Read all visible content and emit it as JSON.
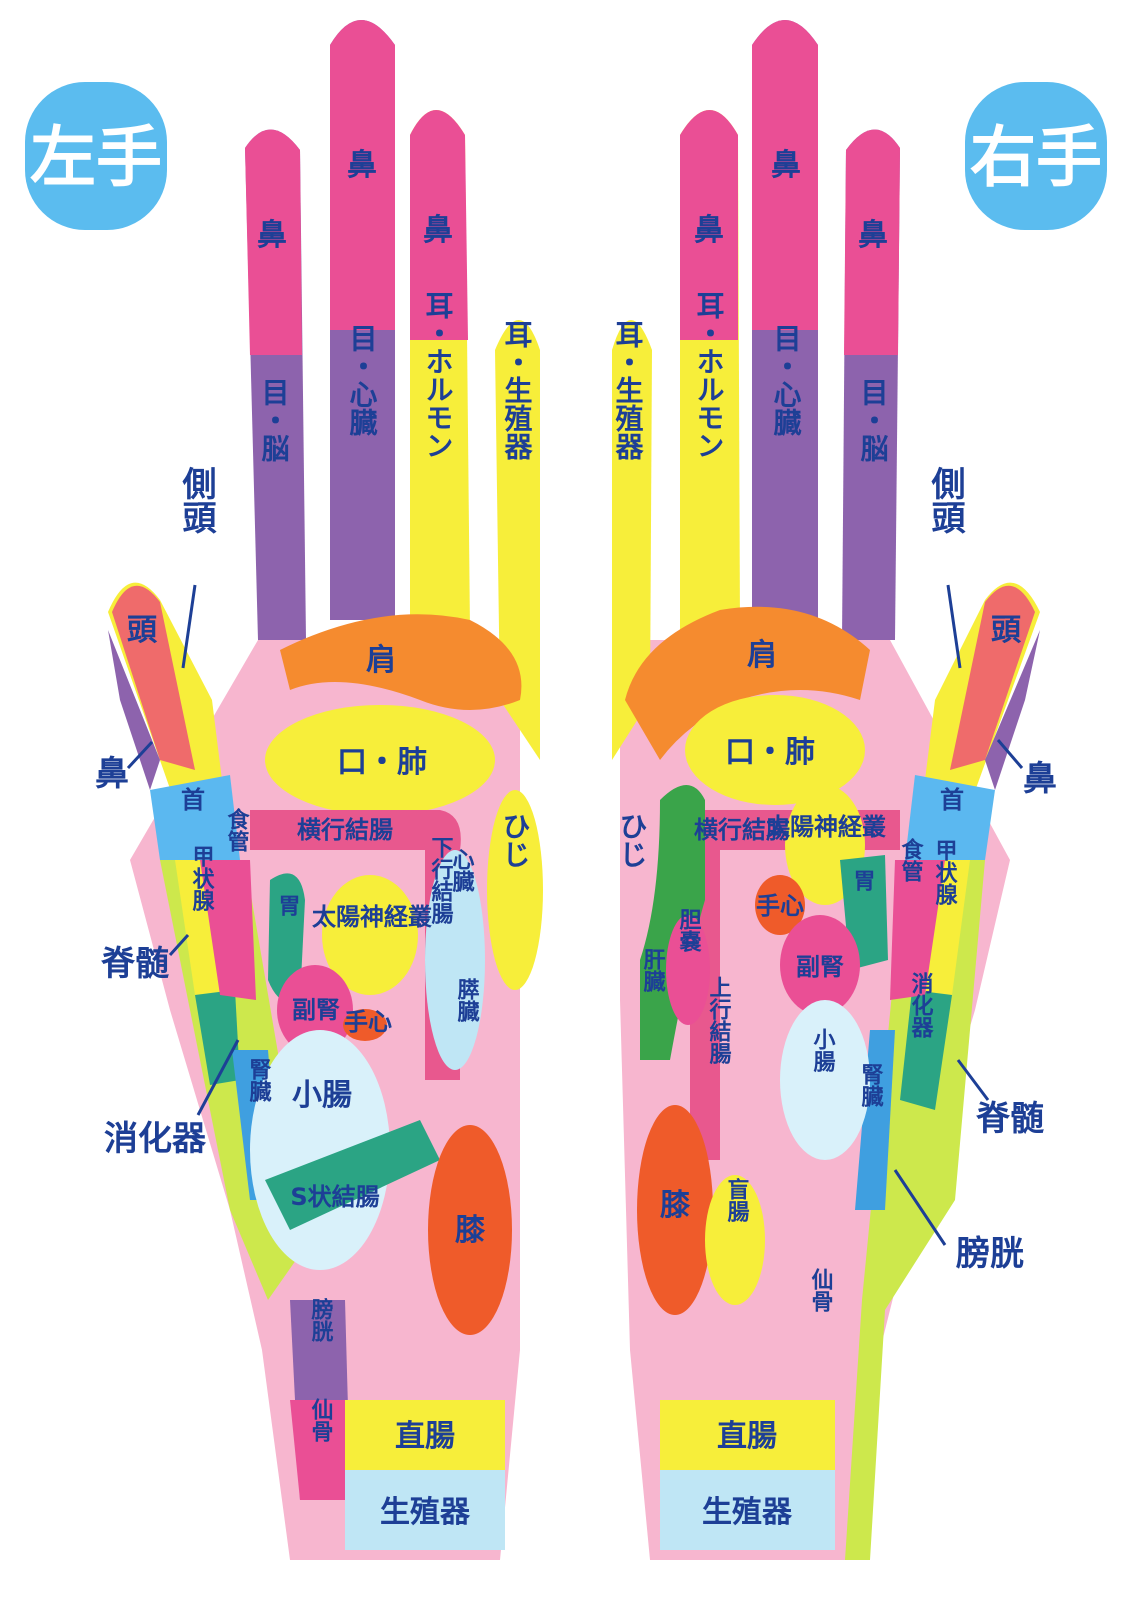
{
  "titles": {
    "left": "左手",
    "right": "右手"
  },
  "colors": {
    "badge": "#5bbcef",
    "pink_nose": "#ea4f95",
    "purple_eye": "#8d63ad",
    "yellow_ear": "#f7ee3a",
    "orange_shoulder": "#f58b2f",
    "light_pink_palm": "#f7b6cf",
    "teal_intestine": "#2ba484",
    "light_blue": "#bfe6f5",
    "lime_spine": "#cde84c",
    "red_orange_knee": "#ef5b2a",
    "green_liver": "#3aa44a",
    "blue_bladder": "#3f9fe0",
    "text_navy": "#1d3f96"
  },
  "left": {
    "fingers": {
      "f1_top": "鼻",
      "f1_mid": "目・脳",
      "f2_top": "鼻",
      "f2_mid": "目・心臓",
      "f3_top": "鼻",
      "f3_mid": "耳・ホルモン",
      "f4_mid": "耳・生殖器"
    },
    "thumb": {
      "head": "頭",
      "side": "側頭",
      "nose": "鼻",
      "neck": "首"
    },
    "palm": {
      "shoulder": "肩",
      "mouth_lung": "口・肺",
      "transverse_colon": "横行結腸",
      "esophagus": "食管",
      "thyroid": "甲状腺",
      "stomach": "胃",
      "solar_plexus": "太陽神経叢",
      "adrenal": "副腎",
      "heart_hand": "手心",
      "descending_colon": "下行結腸",
      "heart": "心臓",
      "elbow": "ひじ",
      "pancreas": "膵臓",
      "small_intestine": "小腸",
      "kidney": "腎臓",
      "sigmoid_colon": "S状結腸",
      "knee": "膝",
      "bladder": "膀胱",
      "sacrum": "仙骨",
      "rectum": "直腸",
      "genitals": "生殖器"
    },
    "outer": {
      "side_head": "側頭",
      "nose": "鼻",
      "spine": "脊髄",
      "digestive": "消化器"
    }
  },
  "right": {
    "fingers": {
      "f1_mid": "耳・生殖器",
      "f2_top": "鼻",
      "f2_mid": "耳・ホルモン",
      "f3_top": "鼻",
      "f3_mid": "目・心臓",
      "f4_top": "鼻",
      "f4_mid": "目・脳"
    },
    "thumb": {
      "head": "頭",
      "side": "側頭",
      "nose": "鼻",
      "neck": "首"
    },
    "palm": {
      "shoulder": "肩",
      "mouth_lung": "口・肺",
      "elbow": "ひじ",
      "liver": "肝臓",
      "gallbladder": "胆嚢",
      "transverse_colon": "横行結腸",
      "solar_plexus": "太陽神経叢",
      "heart_hand": "手心",
      "stomach": "胃",
      "esophagus": "食管",
      "thyroid": "甲状腺",
      "adrenal": "副腎",
      "ascending_colon": "上行結腸",
      "small_intestine": "小腸",
      "kidney": "腎臓",
      "digestive": "消化器",
      "knee": "膝",
      "appendix": "盲腸",
      "sacrum": "仙骨",
      "rectum": "直腸",
      "genitals": "生殖器"
    },
    "outer": {
      "side_head": "側頭",
      "nose": "鼻",
      "spine": "脊髄",
      "bladder": "膀胱"
    }
  }
}
